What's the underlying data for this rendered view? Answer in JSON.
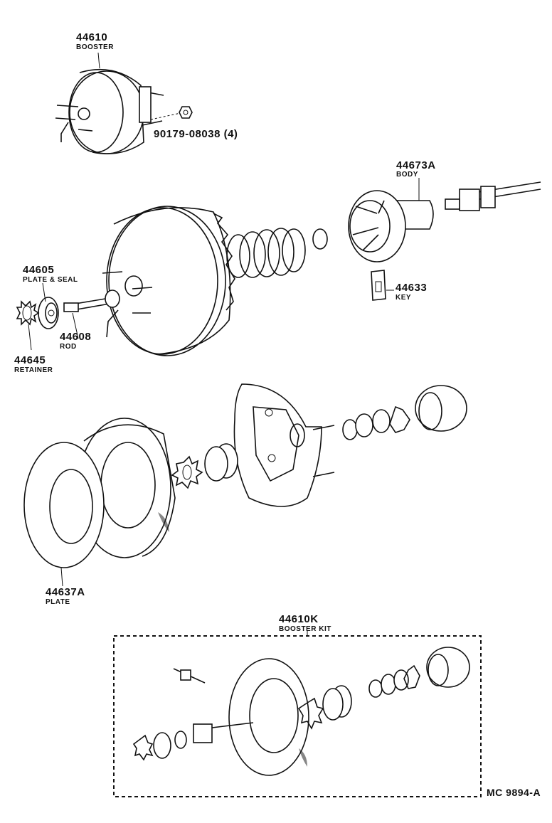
{
  "parts": {
    "booster": {
      "number": "44610",
      "name": "BOOSTER"
    },
    "nut": {
      "number": "90179-08038 (4)"
    },
    "body": {
      "number": "44673A",
      "name": "BODY"
    },
    "key": {
      "number": "44633",
      "name": "KEY"
    },
    "plate_seal": {
      "number": "44605",
      "name": "PLATE & SEAL"
    },
    "rod": {
      "number": "44608",
      "name": "ROD"
    },
    "retainer": {
      "number": "44645",
      "name": "RETAINER"
    },
    "plate": {
      "number": "44637A",
      "name": "PLATE"
    },
    "booster_kit": {
      "number": "44610K",
      "name": "BOOSTER KIT"
    }
  },
  "figure_code": "MC  9894-A"
}
